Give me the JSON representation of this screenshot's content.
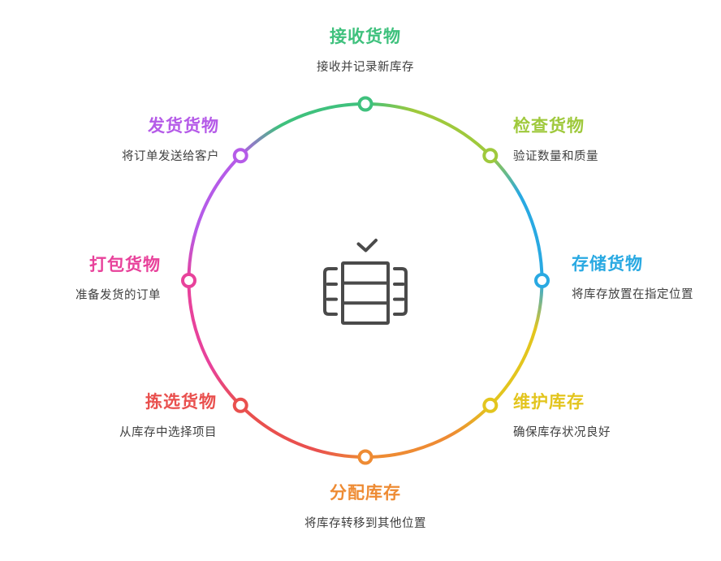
{
  "background_color": "#ffffff",
  "subtitle_color": "#3F3F3F",
  "ring": {
    "stroke_width": 4,
    "marker_fill": "#ffffff"
  },
  "center_icon": {
    "check_icon": "checkmark-icon",
    "main_icon": "warehouse-shelf-icon",
    "color": "#4A4A4A"
  },
  "nodes": [
    {
      "position": "top",
      "title": "接收货物",
      "subtitle": "接收并记录新库存",
      "color": "#3FC17D"
    },
    {
      "position": "top-right",
      "title": "检查货物",
      "subtitle": "验证数量和质量",
      "color": "#9FC93C"
    },
    {
      "position": "right",
      "title": "存储货物",
      "subtitle": "将库存放置在指定位置",
      "color": "#29A9E2"
    },
    {
      "position": "bottom-right",
      "title": "维护库存",
      "subtitle": "确保库存状况良好",
      "color": "#E3C51E"
    },
    {
      "position": "bottom",
      "title": "分配库存",
      "subtitle": "将库存转移到其他位置",
      "color": "#EE8B33"
    },
    {
      "position": "bottom-left",
      "title": "拣选货物",
      "subtitle": "从库存中选择项目",
      "color": "#E9504E"
    },
    {
      "position": "left",
      "title": "打包货物",
      "subtitle": "准备发货的订单",
      "color": "#E8429B"
    },
    {
      "position": "top-left",
      "title": "发货货物",
      "subtitle": "将订单发送给客户",
      "color": "#B55BE8"
    }
  ]
}
